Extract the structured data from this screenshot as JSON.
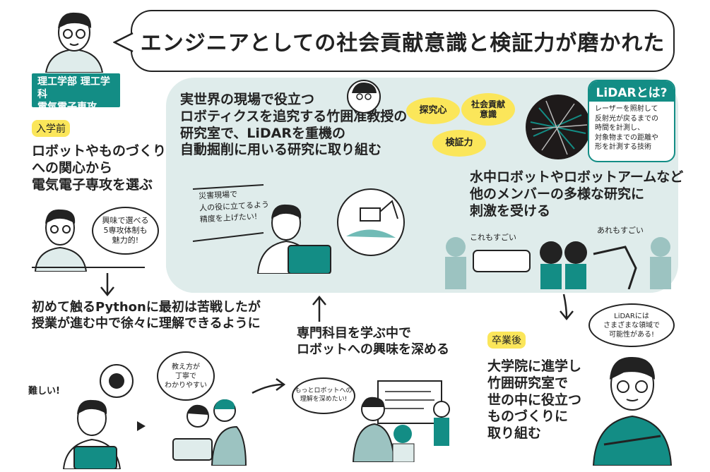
{
  "title": "エンジニアとしての社会貢献意識と検証力が磨かれた",
  "department": {
    "line1": "理工学部 理工学科",
    "line2": "電気電子専攻"
  },
  "before": {
    "tag": "入学前",
    "text": "ロボットやものづくり\nへの関心から\n電気電子専攻を選ぶ",
    "thought": "興味で選べる\n5専攻体制も\n魅力的!"
  },
  "lab": {
    "text": "実世界の現場で役立つ\nロボティクスを追究する竹囲准教授の\n研究室で、LiDARを重機の\n自動掘削に用いる研究に取り組む",
    "thought": "災害現場で\n人の役に立てるよう\n精度を上げたい!",
    "keywords": [
      "探究心",
      "社会貢献\n意識",
      "検証力"
    ],
    "members_text": "水中ロボットやロボットアームなど\n他のメンバーの多様な研究に\n刺激を受ける",
    "reaction_left": "これもすごい",
    "reaction_right": "あれもすごい"
  },
  "lidar": {
    "title": "LiDARとは?",
    "desc": "レーザーを照射して\n反射光が戻るまでの\n時間を計測し、\n対象物までの距離や\n形を計測する技術"
  },
  "python": {
    "text": "初めて触るPythonに最初は苦戦したが\n授業が進む中で徐々に理解できるように",
    "hard": "難しい!",
    "teacher_thought": "教え方が\n丁寧で\nわかりやすい"
  },
  "specialty": {
    "text": "専門科目を学ぶ中で\nロボットへの興味を深める",
    "thought": "もっとロボットへの\n理解を深めたい!"
  },
  "after": {
    "tag": "卒業後",
    "text": "大学院に進学し\n竹囲研究室で\n世の中に役立つ\nものづくりに\n取り組む",
    "thought": "LiDARには\nさまざまな領域で\n可能性がある!"
  },
  "colors": {
    "teal": "#138d85",
    "yellow": "#fbe65a",
    "bg": "#dfeceb"
  }
}
